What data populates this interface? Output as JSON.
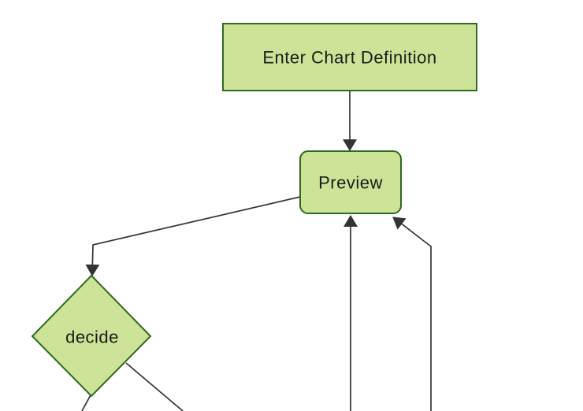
{
  "diagram": {
    "type": "flowchart",
    "nodes": [
      {
        "id": "A",
        "label": "Enter Chart Definition",
        "shape": "rectangle"
      },
      {
        "id": "B",
        "label": "Preview",
        "shape": "rounded-rectangle"
      },
      {
        "id": "C",
        "label": "decide",
        "shape": "diamond"
      }
    ],
    "edges": [
      {
        "from": "A",
        "to": "B",
        "arrow": true
      },
      {
        "from": "B",
        "to": "C",
        "arrow": true
      },
      {
        "from": "offscreen-bottom-mid",
        "to": "B",
        "arrow": true
      },
      {
        "from": "offscreen-bottom-right",
        "to": "B",
        "arrow": true
      },
      {
        "from": "C",
        "to": "offscreen-bottom-left",
        "arrow": false
      },
      {
        "from": "C",
        "to": "offscreen-bottom-right",
        "arrow": false
      }
    ],
    "colors": {
      "node_fill": "#cde498",
      "node_border": "#2f6a1f",
      "edge_line": "#333333",
      "label_text": "#1b1b1b",
      "background": "#ffffff"
    }
  }
}
